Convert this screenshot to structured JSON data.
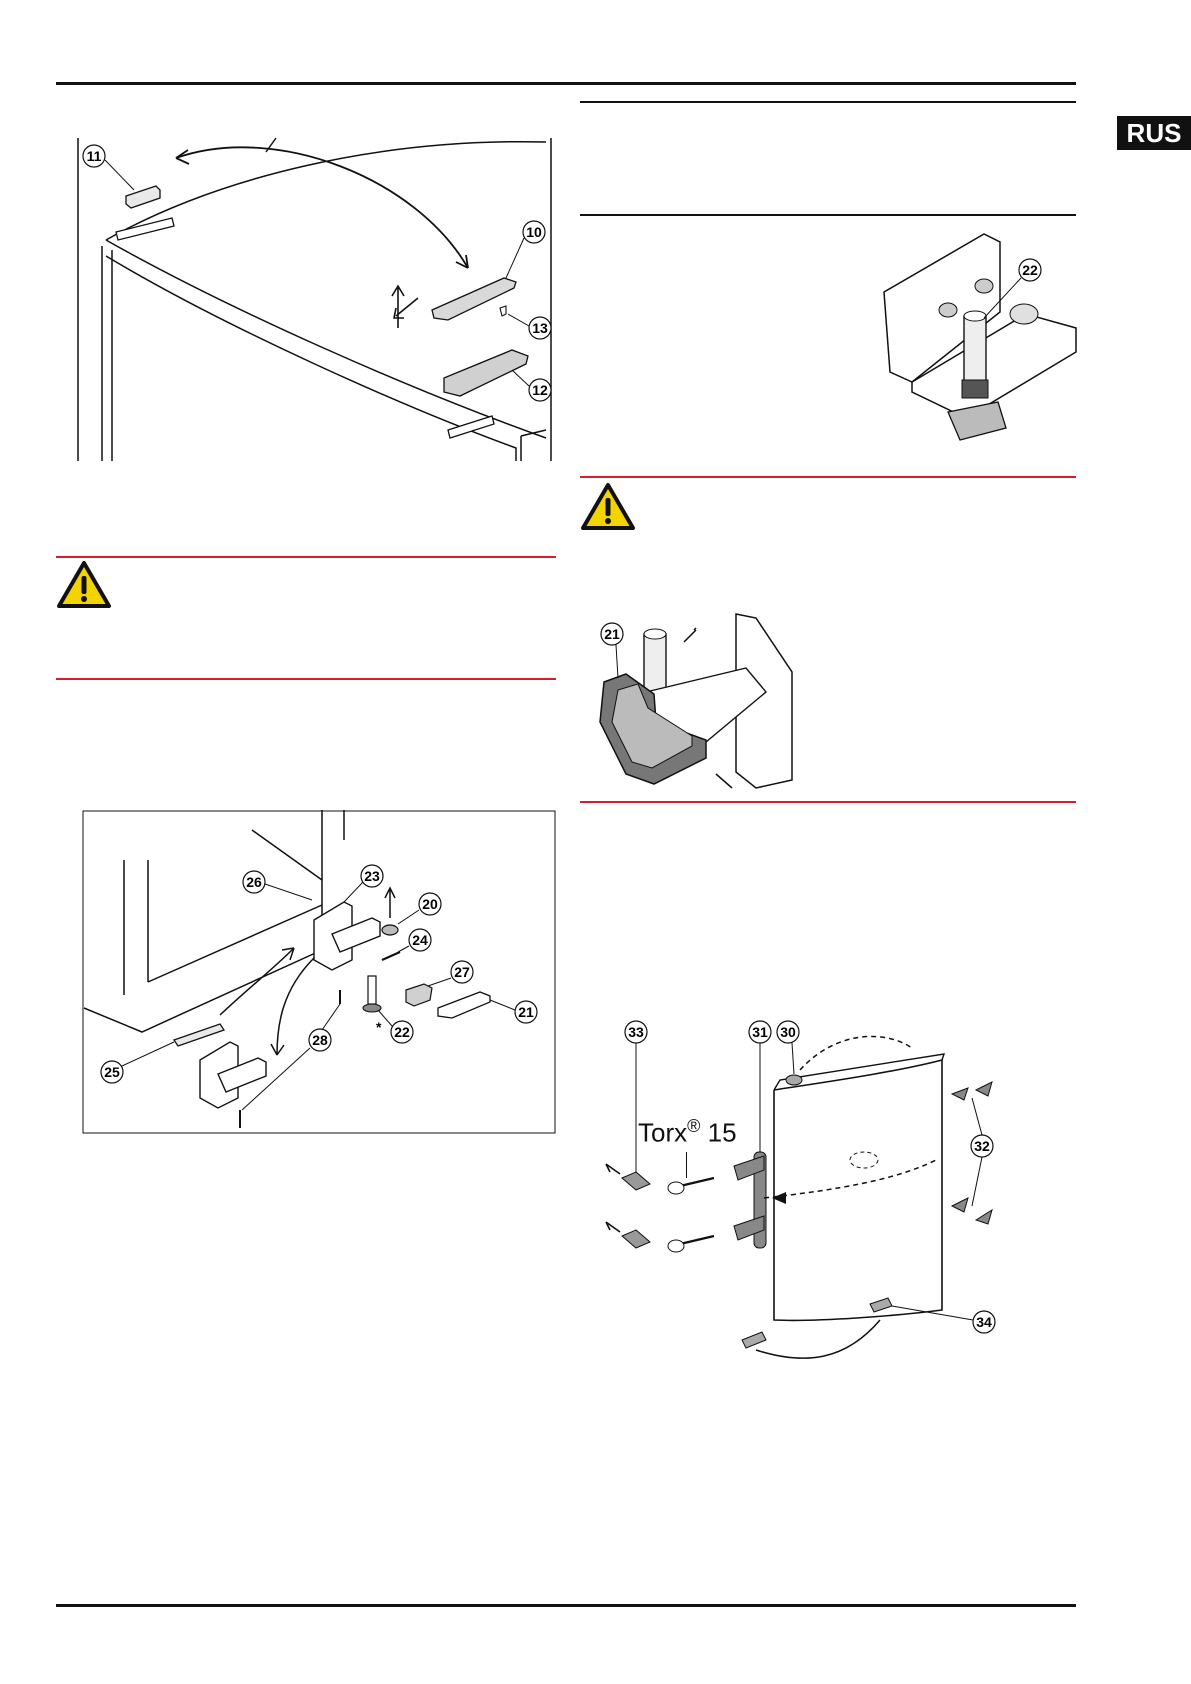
{
  "language_badge": "RUS",
  "figure1": {
    "callouts": [
      "11",
      "10",
      "13",
      "12"
    ]
  },
  "figure2": {
    "callouts": [
      "26",
      "23",
      "20",
      "24",
      "27",
      "21",
      "25",
      "28",
      "22"
    ],
    "star": "*"
  },
  "figure3": {
    "callouts": [
      "22"
    ]
  },
  "figure4": {
    "callouts": [
      "21"
    ]
  },
  "figure5": {
    "callouts": [
      "33",
      "31",
      "30",
      "32",
      "34"
    ],
    "torx_label": "Torx",
    "torx_symbol": "®",
    "torx_size": "15"
  },
  "colors": {
    "warning_rule": "#d21f2b",
    "warning_icon": "#f4d400",
    "text": "#111111"
  }
}
